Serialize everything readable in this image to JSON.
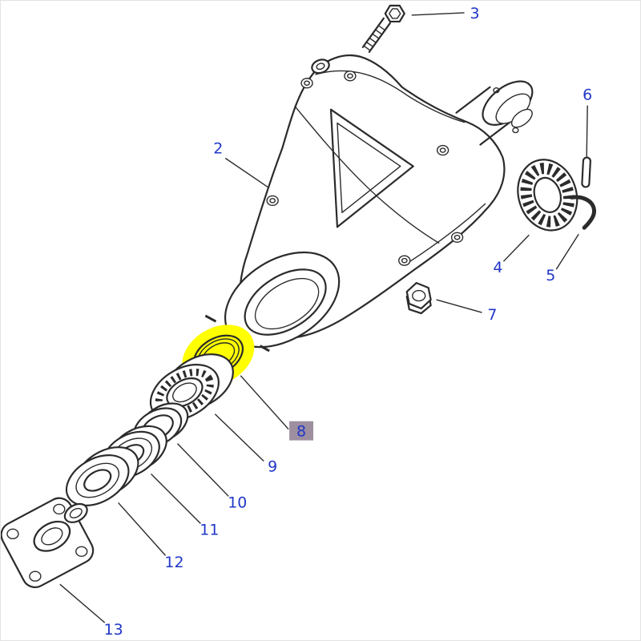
{
  "figure": {
    "type": "exploded-parts-diagram",
    "background": "#ffffff",
    "line_color": "#2b2b2b",
    "label_color": "#2137c8",
    "highlight_fill": "#ffff00",
    "highlight_label_bg": "#9e8fa0",
    "highlighted_label": "8",
    "labels": [
      "2",
      "3",
      "4",
      "5",
      "6",
      "7",
      "8",
      "9",
      "10",
      "11",
      "12",
      "13"
    ]
  }
}
